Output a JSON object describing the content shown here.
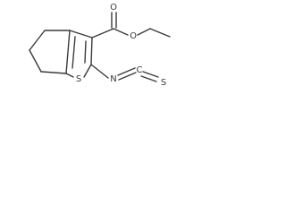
{
  "molecule": {
    "atom_labels": [
      {
        "id": "o_carbonyl",
        "text": "O"
      },
      {
        "id": "o_ester",
        "text": "O"
      },
      {
        "id": "s_ring",
        "text": "S"
      },
      {
        "id": "n_isothiocyanate",
        "text": "N"
      },
      {
        "id": "c_isothiocyanate",
        "text": "C"
      },
      {
        "id": "s_isothiocyanate",
        "text": "S"
      }
    ],
    "bond_color": "#3a3a3a",
    "background_color": "#ffffff"
  }
}
